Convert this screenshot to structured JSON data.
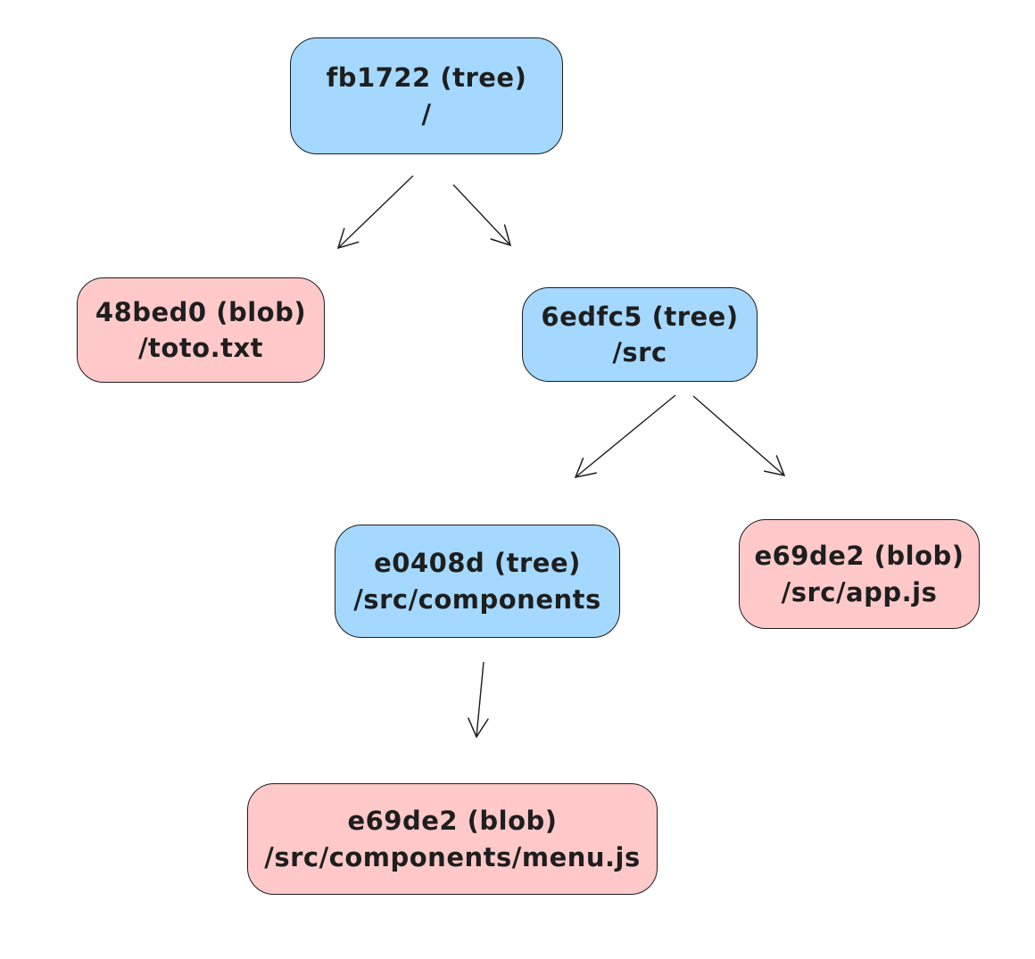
{
  "diagram": {
    "type": "git-object-tree",
    "colors": {
      "tree_fill": "#a5d8ff",
      "blob_fill": "#ffc9c9",
      "stroke": "#1e1e1e",
      "background": "#ffffff"
    },
    "nodes": [
      {
        "id": "root",
        "kind": "tree",
        "label": "fb1722 (tree)",
        "path": "/"
      },
      {
        "id": "toto",
        "kind": "blob",
        "label": "48bed0 (blob)",
        "path": "/toto.txt"
      },
      {
        "id": "src",
        "kind": "tree",
        "label": "6edfc5 (tree)",
        "path": "/src"
      },
      {
        "id": "components",
        "kind": "tree",
        "label": "e0408d (tree)",
        "path": "/src/components"
      },
      {
        "id": "appjs",
        "kind": "blob",
        "label": "e69de2 (blob)",
        "path": "/src/app.js"
      },
      {
        "id": "menujs",
        "kind": "blob",
        "label": "e69de2 (blob)",
        "path": "/src/components/menu.js"
      }
    ],
    "edges": [
      {
        "from": "root",
        "to": "toto"
      },
      {
        "from": "root",
        "to": "src"
      },
      {
        "from": "src",
        "to": "components"
      },
      {
        "from": "src",
        "to": "appjs"
      },
      {
        "from": "components",
        "to": "menujs"
      }
    ]
  }
}
